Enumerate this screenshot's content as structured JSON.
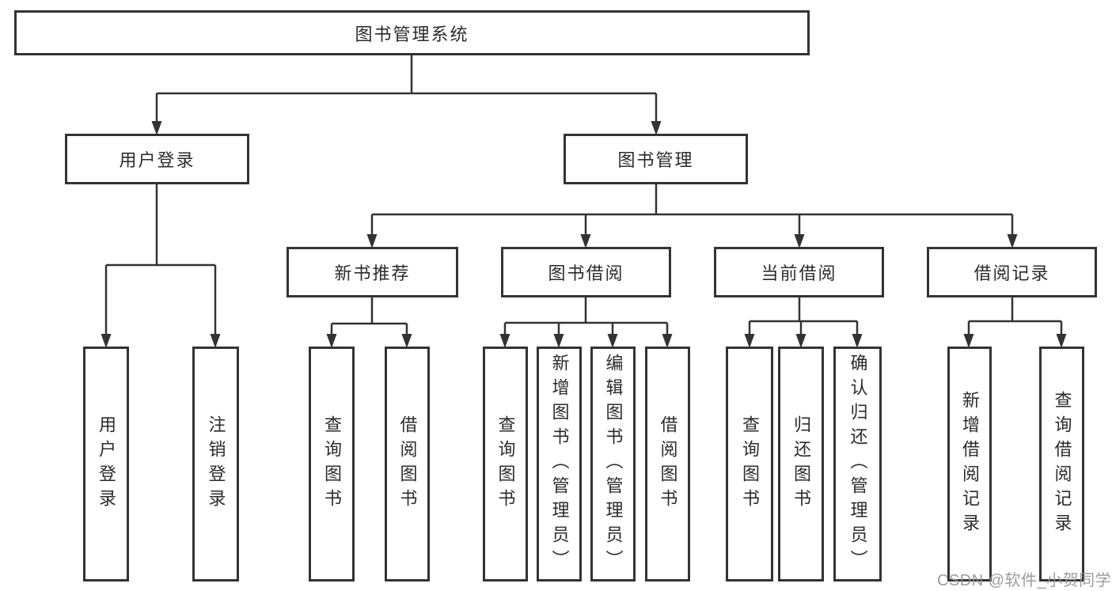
{
  "tree": {
    "root": {
      "label": "图书管理系统"
    },
    "branches": [
      {
        "label": "用户登录",
        "children": [
          "用户登录",
          "注销登录"
        ]
      },
      {
        "label": "图书管理",
        "sections": [
          {
            "label": "新书推荐",
            "children": [
              "查询图书",
              "借阅图书"
            ]
          },
          {
            "label": "图书借阅",
            "children": [
              "查询图书",
              "新增图书（管理员）",
              "编辑图书（管理员）",
              "借阅图书"
            ]
          },
          {
            "label": "当前借阅",
            "children": [
              "查询图书",
              "归还图书",
              "确认归还（管理员）"
            ]
          },
          {
            "label": "借阅记录",
            "children": [
              "新增借阅记录",
              "查询借阅记录"
            ]
          }
        ]
      }
    ]
  },
  "watermark": {
    "text": "CSDN @软件_小贺同学"
  },
  "colors": {
    "line": "#333333",
    "text": "#2b2b2b",
    "box_fill": "#ffffff",
    "watermark": "#949494",
    "background": "#ffffff"
  }
}
